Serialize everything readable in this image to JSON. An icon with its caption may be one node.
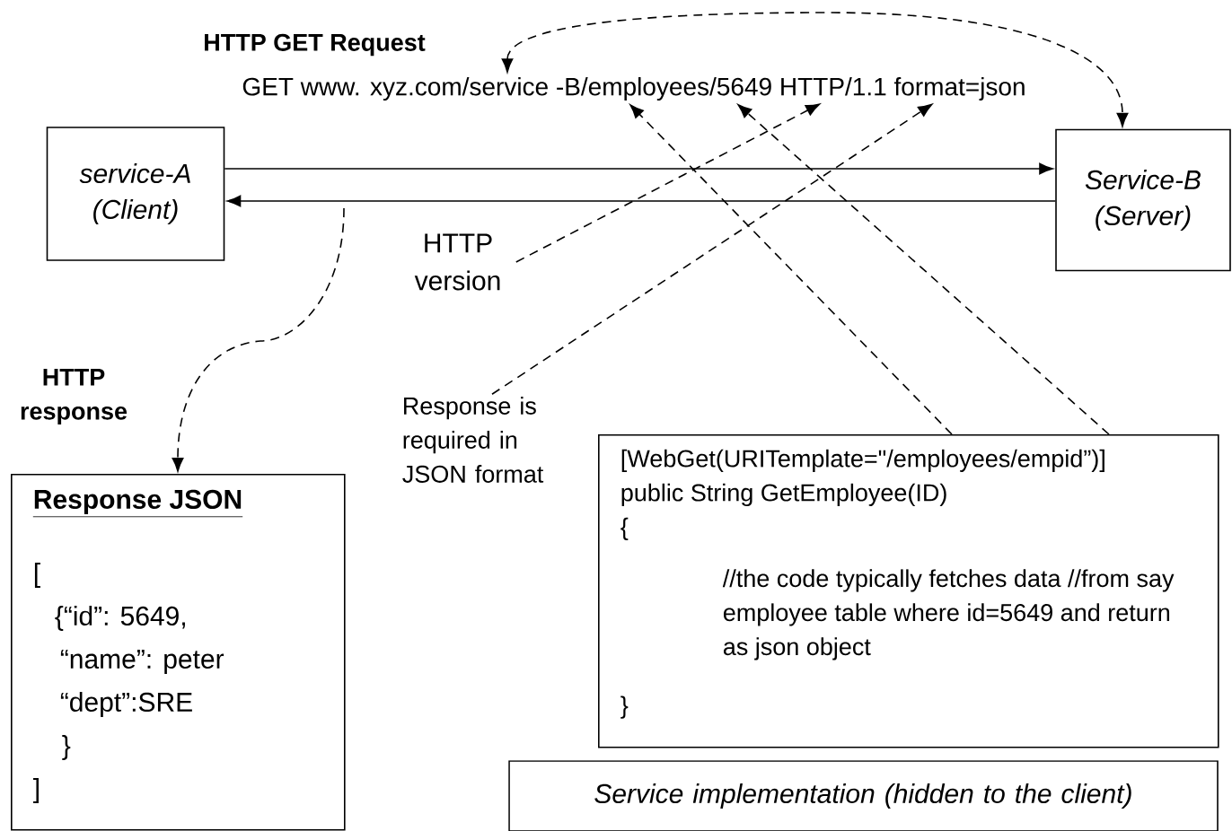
{
  "diagram": {
    "nodes": [
      {
        "text": [
          "service-A (Client)"
        ]
      },
      {
        "text": [
          "Service-B (Server)"
        ]
      },
      {
        "text": [
          "GET www. xyz.com/service -B/employees/5649 HTTP/1.1 format=json"
        ]
      },
      {
        "text": [
          "HTTP version"
        ]
      },
      {
        "text": [
          "Response is required in JSON format"
        ]
      },
      {
        "text": [
          "Response JSON",
          "[",
          "{“id”: 5649,",
          "“name”: peter",
          "“dept”:SRE",
          "}",
          "]"
        ]
      },
      {
        "text": [
          "[WebGet(URITemplate=\"/employees/empid”)]",
          "public String GetEmployee(ID)",
          "{",
          "//the code typically fetches data //from say employee table where id=5649 and return as json object",
          "}"
        ]
      },
      {
        "text": [
          "Service implementation (hidden to the client)"
        ]
      }
    ],
    "edges": [
      {
        "from": 0,
        "to": 1,
        "arrow": "to"
      },
      {
        "from": 1,
        "to": 0,
        "arrow": "to"
      },
      {
        "from": 2,
        "to": 1,
        "arrow": "both",
        "style": "dashed"
      },
      {
        "from": 3,
        "to": 2,
        "arrow": "to",
        "style": "dashed"
      },
      {
        "from": 4,
        "to": 2,
        "arrow": "to",
        "style": "dashed"
      },
      {
        "from": 6,
        "to": 2,
        "arrow": "to",
        "style": "dashed"
      },
      {
        "from": 6,
        "to": 2,
        "arrow": "to",
        "style": "dashed"
      },
      {
        "from": null,
        "to": 5,
        "arrow": "to",
        "style": "dashed"
      }
    ],
    "labels": [
      "HTTP GET Request",
      "HTTP response"
    ]
  }
}
